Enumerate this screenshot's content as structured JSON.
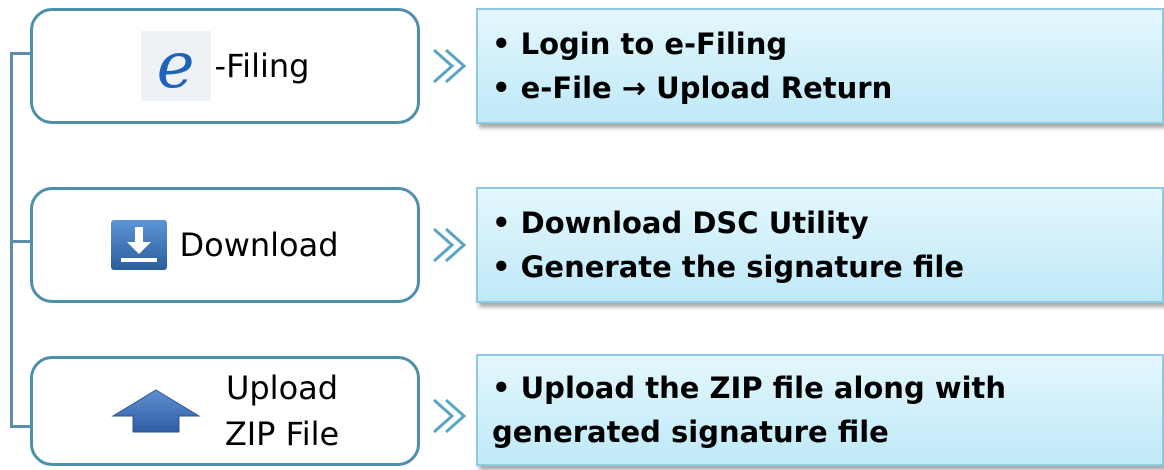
{
  "steps": [
    {
      "label": "-Filing",
      "logo_letter": "e",
      "icon": "efiling-logo-icon",
      "bullets": [
        "• Login to e-Filing",
        "• e-File → Upload Return"
      ]
    },
    {
      "label": "Download",
      "icon": "download-icon",
      "bullets": [
        "• Download DSC Utility",
        "• Generate the signature file"
      ]
    },
    {
      "label_line1": "Upload",
      "label_line2": "ZIP File",
      "icon": "upload-arrow-icon",
      "bullets": [
        "• Upload the ZIP file along with",
        "generated signature file"
      ]
    }
  ],
  "colors": {
    "box_border": "#4e8fae",
    "detail_fill": "#bfe9f8",
    "icon_blue": "#3a6fb0",
    "chevron": "#5aa4c4"
  }
}
